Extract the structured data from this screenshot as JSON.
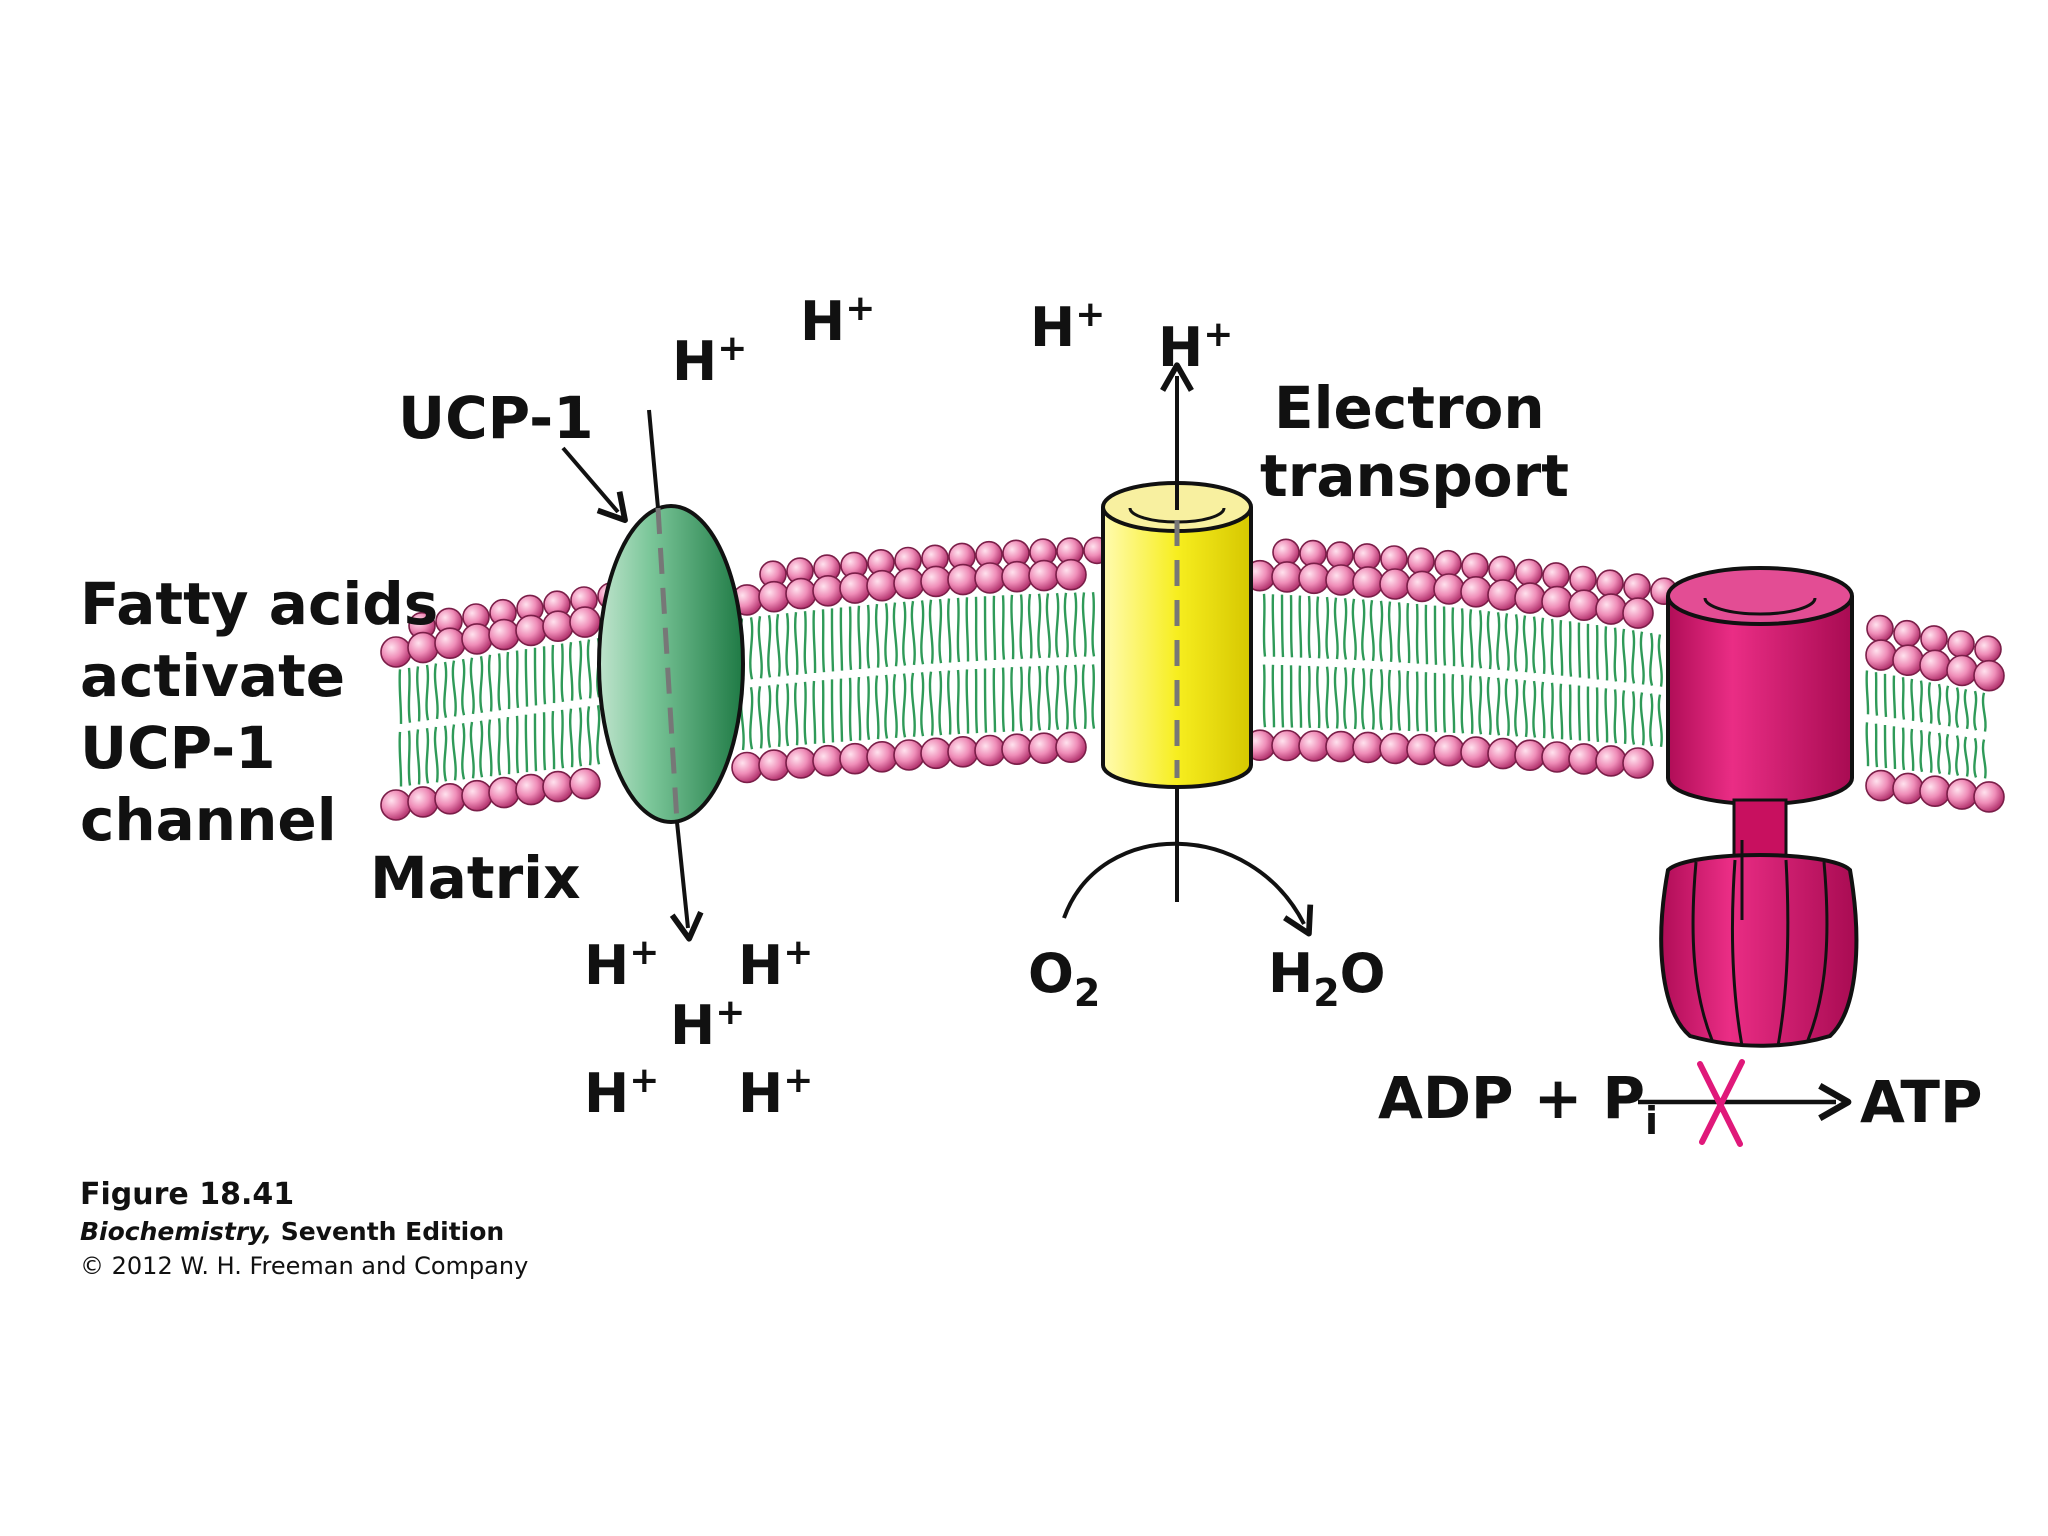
{
  "labels": {
    "ucp1": "UCP-1",
    "fatty_acids": [
      "Fatty acids",
      "activate",
      "UCP-1",
      "channel"
    ],
    "matrix": "Matrix",
    "electron_transport": [
      "Electron",
      "transport"
    ]
  },
  "ions": {
    "h": "H",
    "plus": "+",
    "o": "O",
    "two": "2",
    "water_o": "O"
  },
  "reaction": {
    "adp": "ADP + P",
    "sub_i": "i",
    "atp": "ATP"
  },
  "caption": {
    "figure": "Figure 18.41",
    "book_italic": "Biochemistry,",
    "edition": " Seventh Edition",
    "copyright": "© 2012 W. H. Freeman and Company"
  },
  "colors": {
    "ucp1_protein": "#3d9a64",
    "electron_transport_protein": "#f7ee1f",
    "atp_synthase": "#d8146e",
    "lipid_head": "#e57aa9",
    "lipid_tail": "#2f9a58",
    "block_cross": "#e0187a"
  }
}
